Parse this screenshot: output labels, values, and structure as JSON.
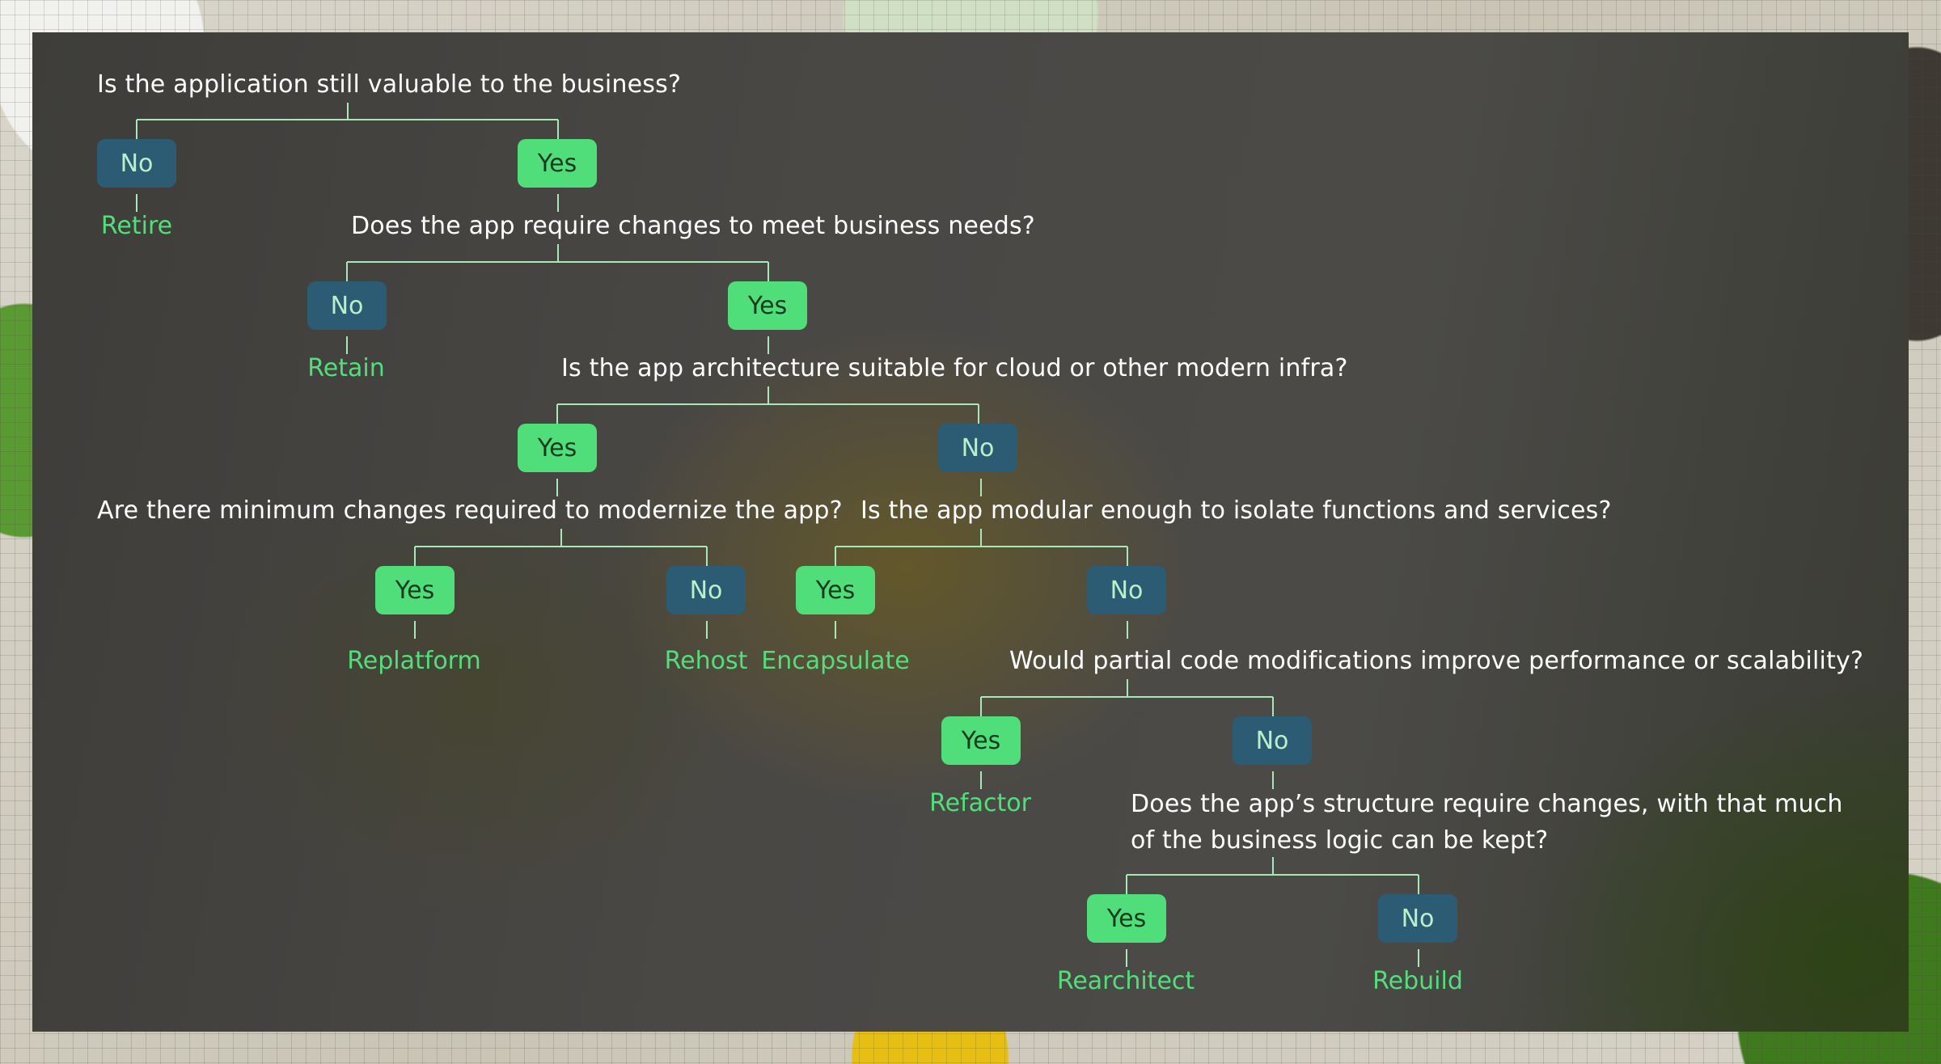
{
  "questions": {
    "q1": "Is the application still valuable to the business?",
    "q2": "Does the app require changes to meet business needs?",
    "q3": "Is the app architecture suitable for cloud or other modern infra?",
    "q4": "Are there minimum changes required to modernize the app?",
    "q5": "Is the app modular enough to isolate functions and services?",
    "q6": "Would partial code modifications improve performance or scalability?",
    "q7_line1": "Does the app’s structure require changes, with that much",
    "q7_line2": "of the business logic can be kept?"
  },
  "answers": {
    "yes": "Yes",
    "no": "No"
  },
  "outcomes": {
    "retire": "Retire",
    "retain": "Retain",
    "replatform": "Replatform",
    "rehost": "Rehost",
    "encapsulate": "Encapsulate",
    "refactor": "Refactor",
    "rearchitect": "Rearchitect",
    "rebuild": "Rebuild"
  },
  "colors": {
    "yes_bg": "#4fde79",
    "no_bg": "#2c5c73",
    "outcome_text": "#52de7b",
    "connector": "#a8e8b8"
  }
}
